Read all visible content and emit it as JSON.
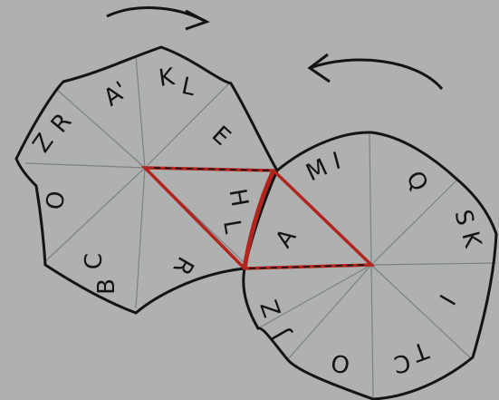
{
  "colors": {
    "paper": "#aeb1b0",
    "ink": "#141414",
    "spoke": "#7e8182",
    "highlight": "#b2241e"
  },
  "left_disk": {
    "labels": [
      "K",
      "L",
      "E",
      "H",
      "L",
      "R",
      "B",
      "C",
      "O",
      "Z",
      "R",
      "A'"
    ]
  },
  "right_disk": {
    "labels": [
      "M",
      "I",
      "Q",
      "S",
      "K",
      "I",
      "T",
      "C",
      "O",
      "J",
      "Z",
      "A"
    ]
  },
  "arrows": {
    "top_left": "clockwise-arrow",
    "top_right": "counterclockwise-arrow"
  }
}
